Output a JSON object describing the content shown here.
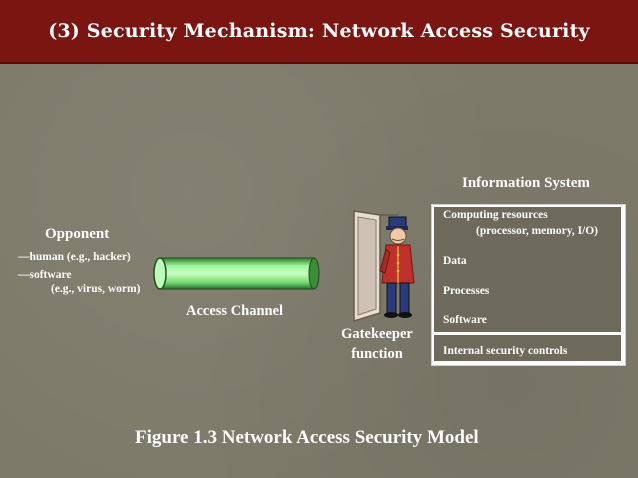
{
  "slide": {
    "title": "(3) Security Mechanism: Network Access Security"
  },
  "opponent": {
    "title": "Opponent",
    "lines": [
      "—human (e.g., hacker)",
      "—software",
      "(e.g., virus, worm)"
    ]
  },
  "access_channel": "Access Channel",
  "gatekeeper": [
    "Gatekeeper",
    "function"
  ],
  "information_system": {
    "title": "Information System",
    "items": [
      "Computing resources",
      "(processor, memory, I/O)",
      "Data",
      "Processes",
      "Software"
    ],
    "controls": "Internal security controls"
  },
  "caption": "Figure 1.3 Network Access Security Model",
  "colors": {
    "title_bar": "#7a1512",
    "background": "#7d7a6a",
    "pipe_green": "#8ef08a",
    "box_border": "#ffffff",
    "door_frame": "#b7aea3",
    "guard_coat": "#c0302b"
  }
}
